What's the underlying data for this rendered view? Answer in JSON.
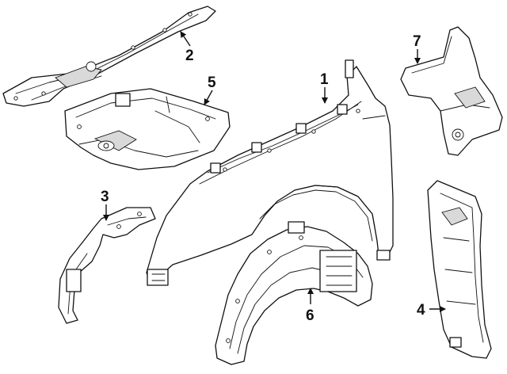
{
  "callouts": [
    {
      "id": "1",
      "text": "1"
    },
    {
      "id": "2",
      "text": "2"
    },
    {
      "id": "3",
      "text": "3"
    },
    {
      "id": "4",
      "text": "4"
    },
    {
      "id": "5",
      "text": "5"
    },
    {
      "id": "6",
      "text": "6"
    },
    {
      "id": "7",
      "text": "7"
    }
  ],
  "colors": {
    "line": "#111111",
    "background": "#ffffff",
    "shade": "#d9d9d9"
  }
}
